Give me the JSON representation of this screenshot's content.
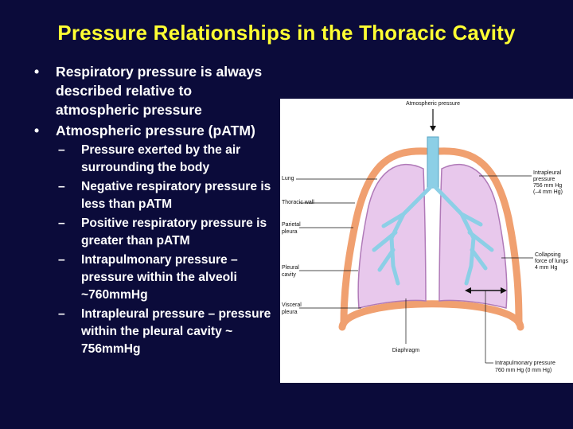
{
  "title": "Pressure Relationships in the Thoracic Cavity",
  "bullets": [
    {
      "level": 1,
      "text": "Respiratory pressure is always described relative to atmospheric pressure"
    },
    {
      "level": 1,
      "text": "Atmospheric pressure (pATM)"
    },
    {
      "level": 2,
      "text": "Pressure exerted by the air surrounding the body"
    },
    {
      "level": 2,
      "text": "Negative respiratory pressure is less than pATM"
    },
    {
      "level": 2,
      "text": "Positive respiratory pressure is greater than pATM"
    },
    {
      "level": 2,
      "text": "Intrapulmonary pressure – pressure within the alveoli ~760mmHg"
    },
    {
      "level": 2,
      "text": "Intrapleural pressure – pressure within the pleural cavity ~ 756mmHg"
    }
  ],
  "diagram": {
    "labels": {
      "atmospheric": "Atmospheric pressure",
      "lung": "Lung",
      "thoracic_wall": "Thoracic wall",
      "parietal_1": "Parietal",
      "parietal_2": "pleura",
      "pleural_1": "Pleural",
      "pleural_2": "cavity",
      "visceral_1": "Visceral",
      "visceral_2": "pleura",
      "diaphragm": "Diaphragm",
      "intrapleural_1": "Intrapleural",
      "intrapleural_2": "pressure",
      "intrapleural_3": "756 mm Hg",
      "intrapleural_4": "(–4 mm Hg)",
      "collapsing_1": "Collapsing",
      "collapsing_2": "force of lungs",
      "collapsing_3": "4 mm Hg",
      "intrapulmonary_1": "Intrapulmonary pressure",
      "intrapulmonary_2": "760 mm Hg (0 mm Hg)"
    },
    "colors": {
      "background": "#0b0b3a",
      "title": "#ffff33",
      "thoracic_wall": "#f0a070",
      "lung": "#e8c8ec",
      "airway": "#8ccfe6",
      "pleura_line": "#b07ab8"
    }
  }
}
